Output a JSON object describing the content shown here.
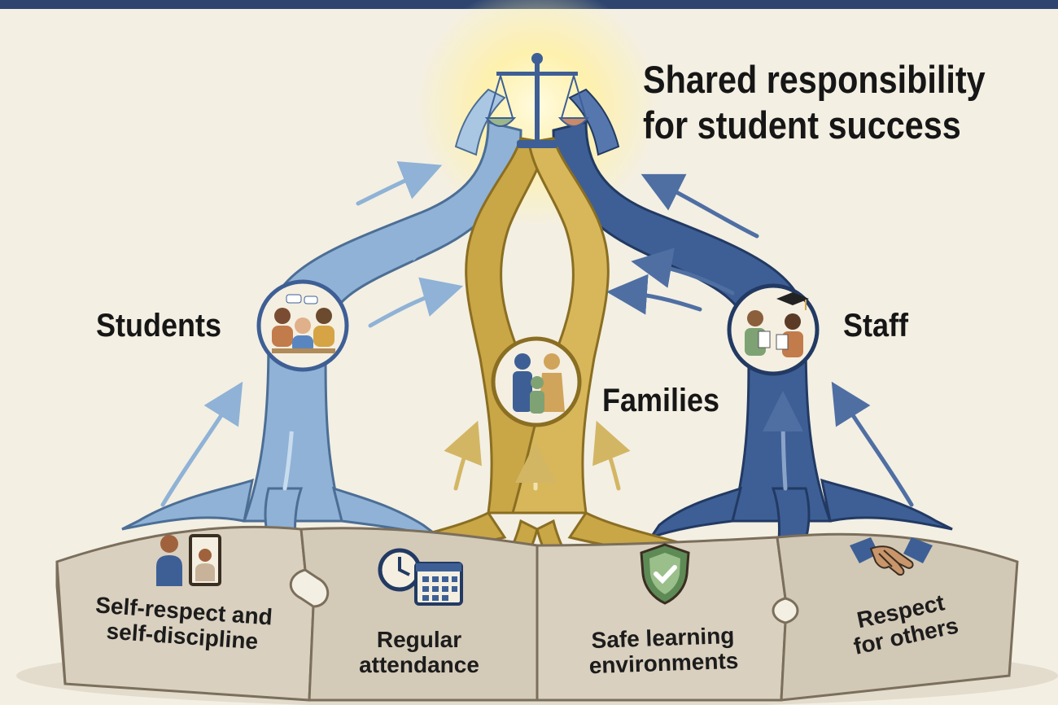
{
  "title": {
    "line1": "Shared responsibility",
    "line2": "for student success"
  },
  "groups": {
    "students": "Students",
    "families": "Families",
    "staff": "Staff"
  },
  "foundations": [
    {
      "line1": "Self-respect and",
      "line2": "self-discipline",
      "icon": "person-mirror-icon"
    },
    {
      "line1": "Regular",
      "line2": "attendance",
      "icon": "clock-calendar-icon"
    },
    {
      "line1": "Safe learning",
      "line2": "environments",
      "icon": "shield-check-icon"
    },
    {
      "line1": "Respect",
      "line2": "for others",
      "icon": "handshake-icon"
    }
  ],
  "colors": {
    "background": "#f3efe3",
    "top_bar": "#2e4570",
    "students_root": "#8fb2d6",
    "families_root": "#c9a646",
    "staff_root": "#3e5f95",
    "stone": "#d9d0bf",
    "glow": "#fff3b0"
  },
  "icons": {
    "balance_scale": "balance-scale-icon",
    "students": "students-group-icon",
    "families": "family-icon",
    "staff": "staff-graduation-icon"
  }
}
